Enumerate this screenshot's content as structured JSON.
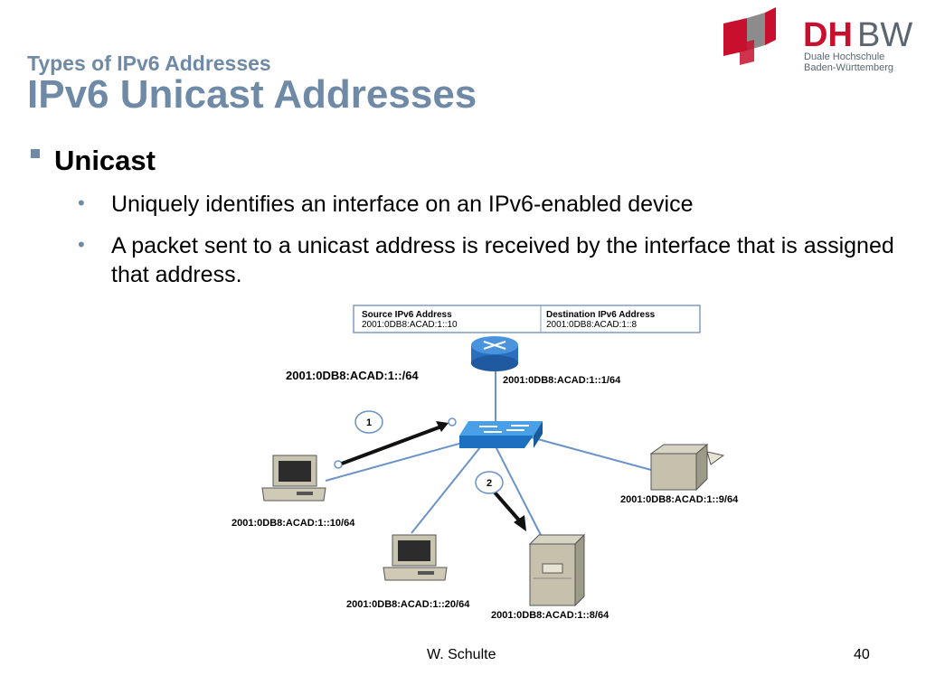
{
  "header": {
    "subtitle": "Types of IPv6 Addresses",
    "title": "IPv6 Unicast Addresses"
  },
  "logo": {
    "name": "DHBW",
    "line1": "Duale Hochschule",
    "line2": "Baden-Württemberg"
  },
  "content": {
    "heading": "Unicast",
    "bullets": [
      "Uniquely identifies an interface on an IPv6-enabled device",
      "A packet sent to a unicast address is received by the interface that is assigned that address."
    ]
  },
  "diagram": {
    "table": {
      "source_header": "Source IPv6 Address",
      "source_value": "2001:0DB8:ACAD:1::10",
      "dest_header": "Destination IPv6 Address",
      "dest_value": "2001:0DB8:ACAD:1::8"
    },
    "network_label": "2001:0DB8:ACAD:1::/64",
    "router_label": "2001:0DB8:ACAD:1::1/64",
    "pc1_label": "2001:0DB8:ACAD:1::10/64",
    "pc2_label": "2001:0DB8:ACAD:1::20/64",
    "server_label": "2001:0DB8:ACAD:1::8/64",
    "printer_label": "2001:0DB8:ACAD:1::9/64",
    "step1": "1",
    "step2": "2"
  },
  "footer": {
    "author": "W. Schulte",
    "page": "40"
  },
  "colors": {
    "heading": "#6f8aa6",
    "logo_red": "#c8102e",
    "logo_grey": "#5b6670",
    "link_blue": "#5b8cc8"
  }
}
